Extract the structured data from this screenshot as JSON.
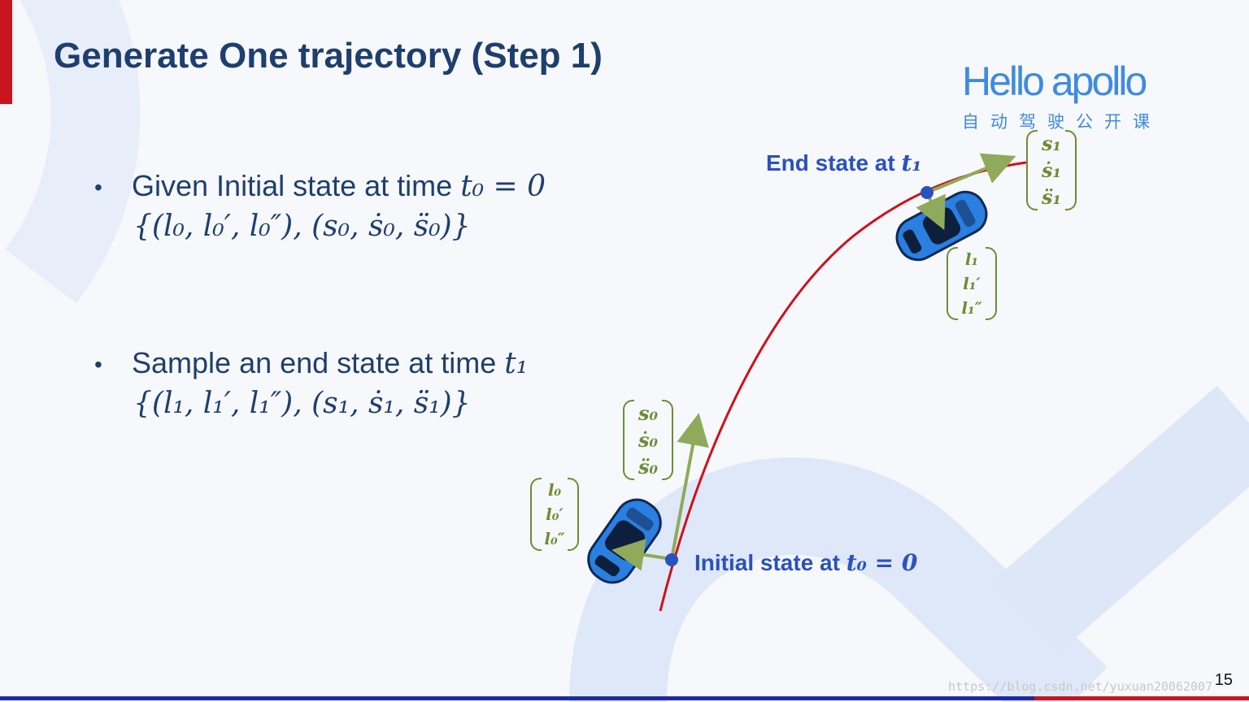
{
  "slide": {
    "title": "Generate One trajectory (Step 1)",
    "page_number": "15",
    "watermark": "https://blog.csdn.net/yuxuan20062007"
  },
  "logo": {
    "name": "Hello apollo",
    "subtitle": "自动驾驶公开课"
  },
  "bullets": [
    {
      "text": "Given Initial  state at time ",
      "math": "t₀ = 0",
      "formula": "{(l₀, l₀′, l₀″), (s₀, ṡ₀, s̈₀)}"
    },
    {
      "text": "Sample an end state at time ",
      "math": "t₁",
      "formula": "{(l₁, l₁′, l₁″), (s₁, ṡ₁, s̈₁)}"
    }
  ],
  "diagram": {
    "initial_label": {
      "text": "Initial state at ",
      "math": "t₀ = 0"
    },
    "end_label": {
      "text": "End state at ",
      "math": "t₁"
    },
    "vec_s0": [
      "s₀",
      "ṡ₀",
      "s̈₀"
    ],
    "vec_l0": [
      "l₀",
      "l₀′",
      "l₀″"
    ],
    "vec_s1": [
      "s₁",
      "ṡ₁",
      "s̈₁"
    ],
    "vec_l1": [
      "l₁",
      "l₁′",
      "l₁″"
    ],
    "colors": {
      "trajectory": "#d0101a",
      "vector": "#8faa5a",
      "point": "#2a52be",
      "car": "#2a7fe0"
    }
  }
}
